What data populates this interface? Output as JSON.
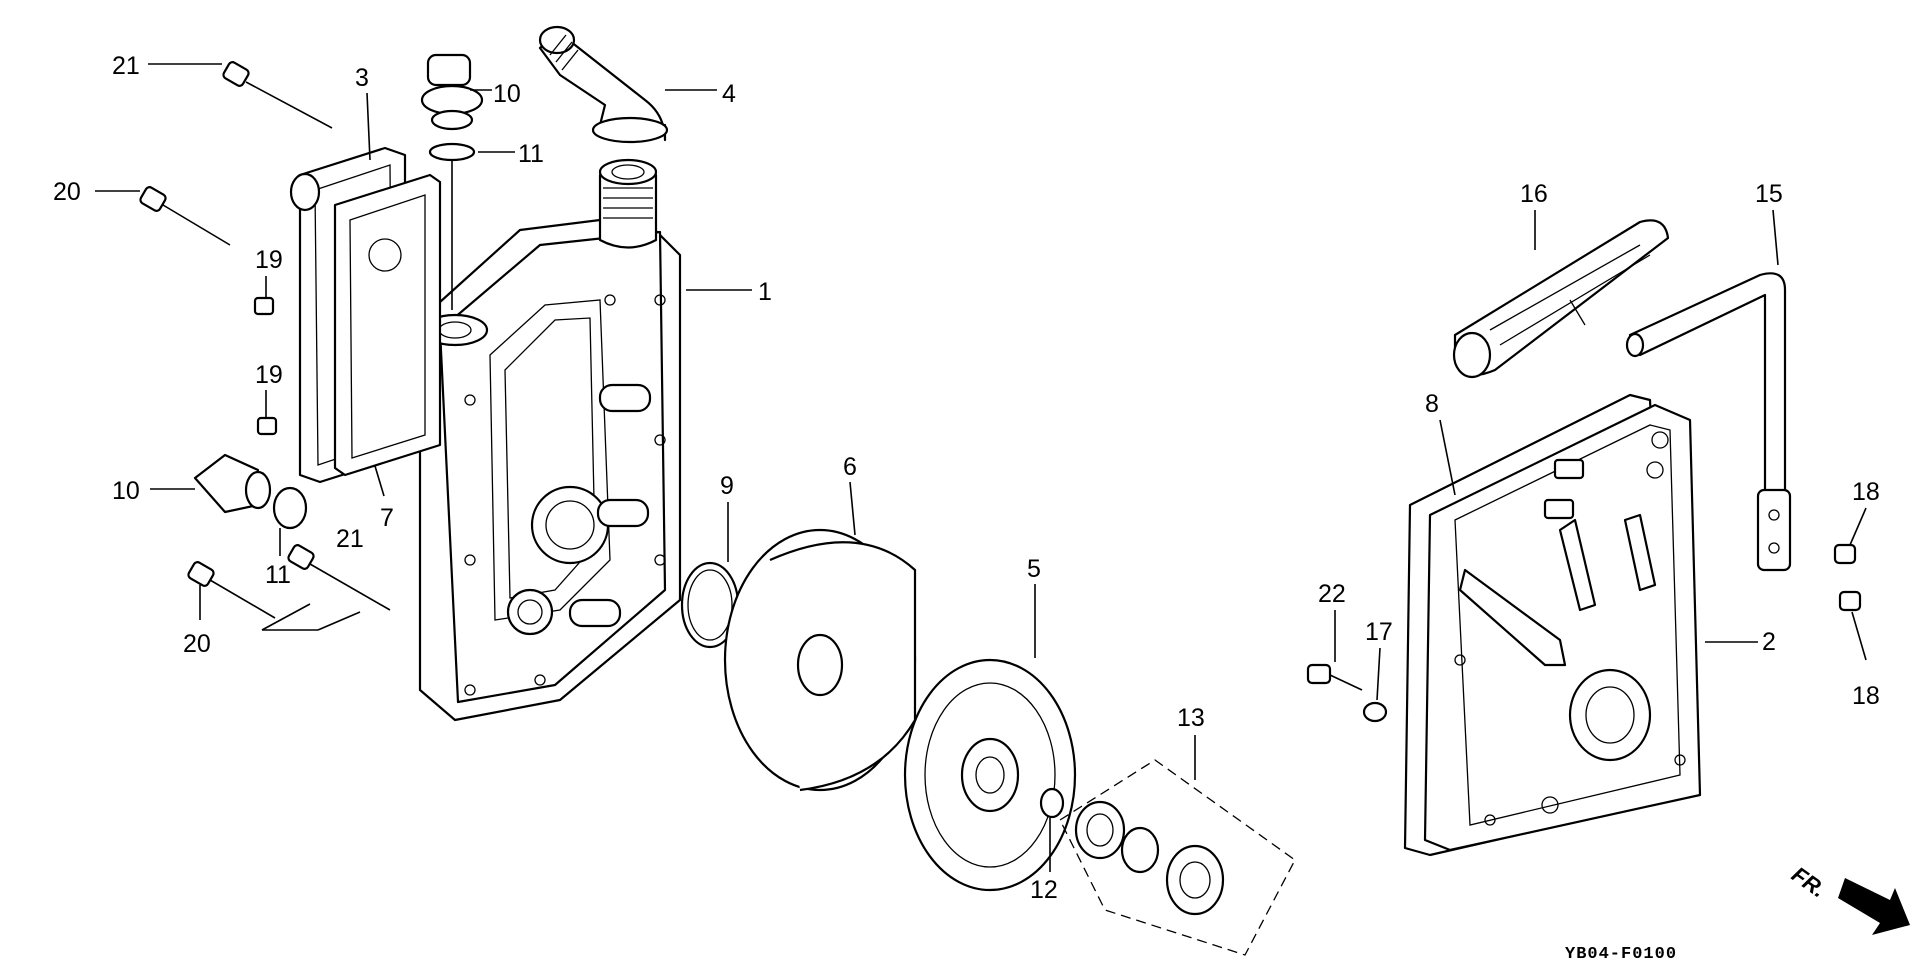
{
  "diagram_code": "YB04-F0100",
  "orientation_label": "FR.",
  "callouts": [
    {
      "id": "c21a",
      "text": "21"
    },
    {
      "id": "c3",
      "text": "3"
    },
    {
      "id": "c10a",
      "text": "10"
    },
    {
      "id": "c4",
      "text": "4"
    },
    {
      "id": "c11a",
      "text": "11"
    },
    {
      "id": "c20a",
      "text": "20"
    },
    {
      "id": "c19a",
      "text": "19"
    },
    {
      "id": "c1",
      "text": "1"
    },
    {
      "id": "c19b",
      "text": "19"
    },
    {
      "id": "c10b",
      "text": "10"
    },
    {
      "id": "c7",
      "text": "7"
    },
    {
      "id": "c11b",
      "text": "11"
    },
    {
      "id": "c21b",
      "text": "21"
    },
    {
      "id": "c20b",
      "text": "20"
    },
    {
      "id": "c9",
      "text": "9"
    },
    {
      "id": "c6",
      "text": "6"
    },
    {
      "id": "c5",
      "text": "5"
    },
    {
      "id": "c13",
      "text": "13"
    },
    {
      "id": "c12",
      "text": "12"
    },
    {
      "id": "c16",
      "text": "16"
    },
    {
      "id": "c15",
      "text": "15"
    },
    {
      "id": "c8",
      "text": "8"
    },
    {
      "id": "c18a",
      "text": "18"
    },
    {
      "id": "c22",
      "text": "22"
    },
    {
      "id": "c17",
      "text": "17"
    },
    {
      "id": "c2",
      "text": "2"
    },
    {
      "id": "c18b",
      "text": "18"
    }
  ]
}
